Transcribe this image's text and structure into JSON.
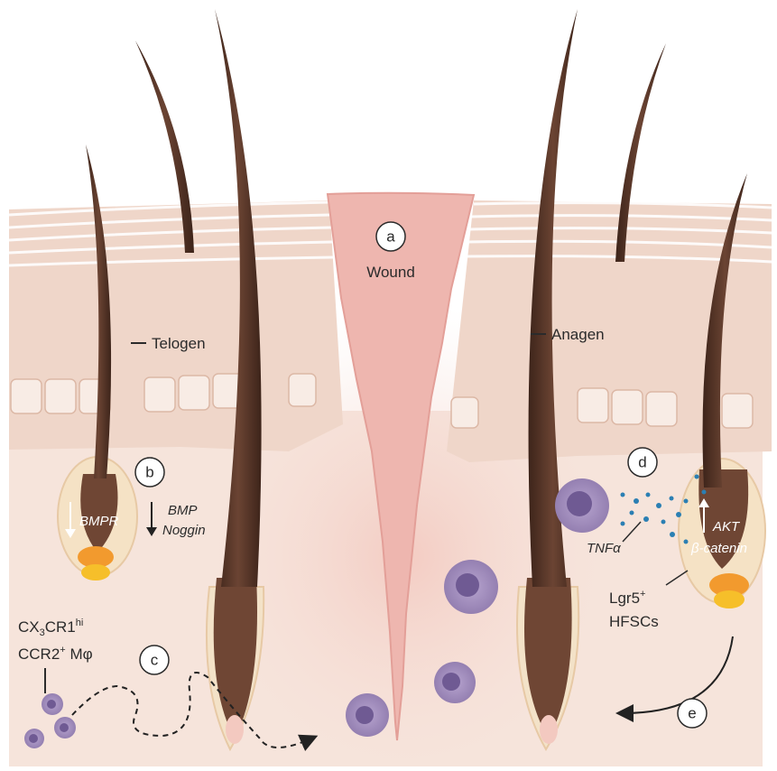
{
  "labels": {
    "wound": "Wound",
    "telogen": "Telogen",
    "anagen": "Anagen",
    "bmpr": "BMPR",
    "bmp": "BMP",
    "noggin": "Noggin",
    "tnf": "TNFα",
    "akt": "AKT",
    "beta_catenin": "β-catenin",
    "macrophage_line1_main": "CX",
    "macrophage_line1_sub": "3",
    "macrophage_line1_main2": "CR1",
    "macrophage_line1_sup": "hi",
    "macrophage_line2_main": "CCR2",
    "macrophage_line2_sup": "+",
    "macrophage_line2_tail": " Mφ",
    "lgr5_main": "Lgr5",
    "lgr5_sup": "+",
    "hfscs": "HFSCs"
  },
  "badges": [
    "a",
    "b",
    "c",
    "d",
    "e"
  ],
  "colors": {
    "epidermis_top": "#f1ddd2",
    "dermis": "#f6e3da",
    "wound": "#eeb8b2",
    "hair_dark": "#4a2e22",
    "hair_mid": "#7a5040",
    "follicle_sheath": "#e9a585",
    "bulge_orange": "#f29a2e",
    "bulge_yellow": "#f6bf2a",
    "macrophage": "#9b86b8",
    "macrophage_nucleus": "#6f5a93",
    "tnf_dots": "#2b7fb3"
  }
}
